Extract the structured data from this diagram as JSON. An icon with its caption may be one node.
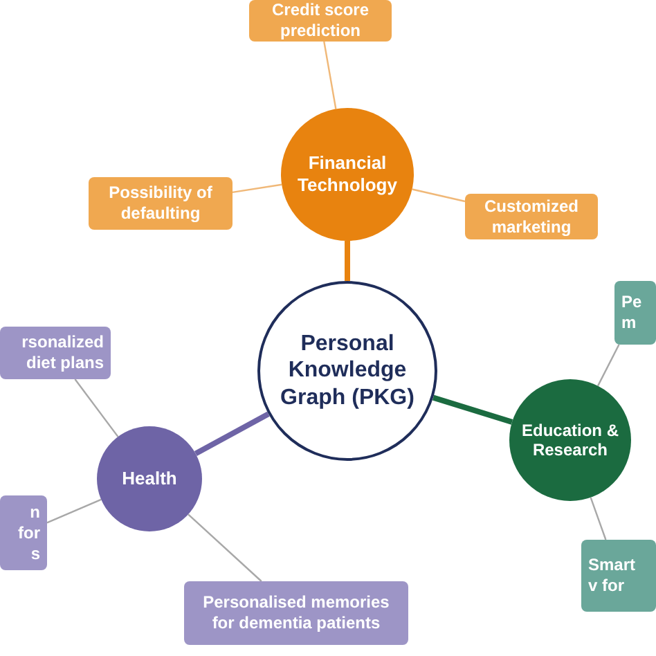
{
  "diagram": {
    "nodes": [
      {
        "text": [
          "Credit score prediction"
        ]
      },
      {
        "text": [
          "Financial Technology"
        ]
      },
      {
        "text": [
          "Possibility of defaulting"
        ]
      },
      {
        "text": [
          "Customized marketing"
        ]
      },
      {
        "text": [
          "Personal Knowledge Graph (PKG)"
        ]
      },
      {
        "text": [
          "rsonalized diet plans"
        ]
      },
      {
        "text": [
          "Pe m"
        ]
      },
      {
        "text": [
          "Education & Research"
        ]
      },
      {
        "text": [
          "Health"
        ]
      },
      {
        "text": [
          "n for s"
        ]
      },
      {
        "text": [
          "Smart v for"
        ]
      },
      {
        "text": [
          "Personalised memories for dementia patients"
        ]
      }
    ],
    "edges": [
      {
        "from": 4,
        "to": 1,
        "arrow": "none",
        "style": "thick",
        "color": "#e8830f"
      },
      {
        "from": 4,
        "to": 8,
        "arrow": "none",
        "style": "thick",
        "color": "#6e64a6"
      },
      {
        "from": 4,
        "to": 7,
        "arrow": "none",
        "style": "thick",
        "color": "#1b6b40"
      },
      {
        "from": 1,
        "to": 0,
        "arrow": "none",
        "color": "#f0b878"
      },
      {
        "from": 1,
        "to": 2,
        "arrow": "none",
        "color": "#f0b878"
      },
      {
        "from": 1,
        "to": 3,
        "arrow": "none",
        "color": "#f0b878"
      },
      {
        "from": 8,
        "to": 5,
        "arrow": "none"
      },
      {
        "from": 8,
        "to": 9,
        "arrow": "none"
      },
      {
        "from": 8,
        "to": 11,
        "arrow": "none"
      },
      {
        "from": 7,
        "to": 6,
        "arrow": "none"
      },
      {
        "from": 7,
        "to": 10,
        "arrow": "none"
      }
    ]
  }
}
